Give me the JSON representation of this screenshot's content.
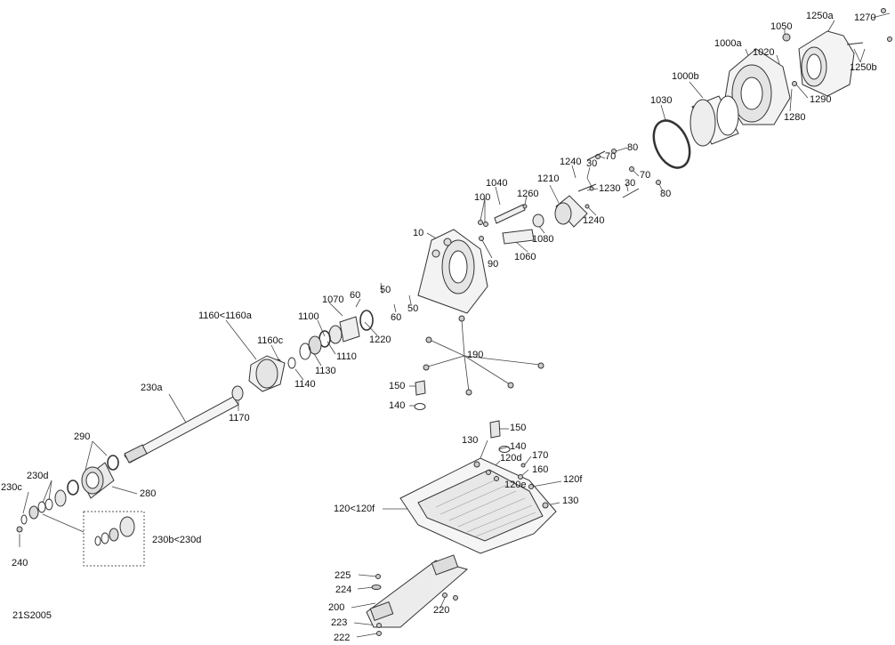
{
  "diagram": {
    "code": "21S2005",
    "labels": {
      "p1270": "1270",
      "p1250a": "1250a",
      "p1050": "1050",
      "p1000a": "1000a",
      "p1020": "1020",
      "p1250b": "1250b",
      "p1290": "1290",
      "p1280": "1280",
      "p1000b": "1000b",
      "p1030": "1030",
      "p80a": "80",
      "p70a": "70",
      "p30a": "30",
      "p1240a": "1240",
      "p70b": "70",
      "p30b": "30",
      "p80b": "80",
      "p1230": "1230",
      "p1040": "1040",
      "p1210": "1210",
      "p1260": "1260",
      "p100": "100",
      "p1240b": "1240",
      "p10": "10",
      "p1080": "1080",
      "p90": "90",
      "p1060": "1060",
      "p50a": "50",
      "p60a": "60",
      "p1070": "1070",
      "p50b": "50",
      "p60b": "60",
      "p1100": "1100",
      "p1220": "1220",
      "p1160": "1160<1160a",
      "p1160c": "1160c",
      "p1110": "1110",
      "p1130": "1130",
      "p1140": "1140",
      "p190": "190",
      "p150a": "150",
      "p140a": "140",
      "p230a": "230a",
      "p1170": "1170",
      "p290": "290",
      "p280": "280",
      "p230d": "230d",
      "p230c": "230c",
      "p230b": "230b<230d",
      "p240": "240",
      "p150b": "150",
      "p130a": "130",
      "p140b": "140",
      "p120d": "120d",
      "p170": "170",
      "p160": "160",
      "p120e": "120e",
      "p120f": "120f",
      "p130b": "130",
      "p120": "120<120f",
      "p225": "225",
      "p224": "224",
      "p200": "200",
      "p220": "220",
      "p223": "223",
      "p222": "222"
    }
  }
}
